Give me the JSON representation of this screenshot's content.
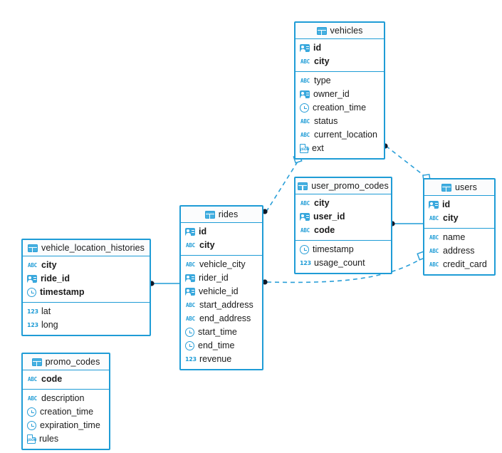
{
  "diagram": {
    "title": "database-er-diagram",
    "accent_color": "#1F9CD6",
    "icon_color": "#2a9fd8",
    "background": "#ffffff",
    "icons": {
      "table": "grid-icon",
      "text": "abc-icon",
      "id": "id-card-icon",
      "timestamp": "clock-icon",
      "number": "123-icon",
      "json": "json-document-icon"
    },
    "icon_labels": {
      "abc": "ABC",
      "num": "123",
      "json": "JSON"
    }
  },
  "tables": [
    {
      "id": "vehicles",
      "name": "vehicles",
      "keys": [
        {
          "name": "id",
          "type": "id"
        },
        {
          "name": "city",
          "type": "text"
        }
      ],
      "fields": [
        {
          "name": "type",
          "type": "text"
        },
        {
          "name": "owner_id",
          "type": "id"
        },
        {
          "name": "creation_time",
          "type": "timestamp"
        },
        {
          "name": "status",
          "type": "text"
        },
        {
          "name": "current_location",
          "type": "text"
        },
        {
          "name": "ext",
          "type": "json"
        }
      ]
    },
    {
      "id": "user_promo_codes",
      "name": "user_promo_codes",
      "keys": [
        {
          "name": "city",
          "type": "text"
        },
        {
          "name": "user_id",
          "type": "id"
        },
        {
          "name": "code",
          "type": "text"
        }
      ],
      "fields": [
        {
          "name": "timestamp",
          "type": "timestamp"
        },
        {
          "name": "usage_count",
          "type": "number"
        }
      ]
    },
    {
      "id": "users",
      "name": "users",
      "keys": [
        {
          "name": "id",
          "type": "id"
        },
        {
          "name": "city",
          "type": "text"
        }
      ],
      "fields": [
        {
          "name": "name",
          "type": "text"
        },
        {
          "name": "address",
          "type": "text"
        },
        {
          "name": "credit_card",
          "type": "text"
        }
      ]
    },
    {
      "id": "rides",
      "name": "rides",
      "keys": [
        {
          "name": "id",
          "type": "id"
        },
        {
          "name": "city",
          "type": "text"
        }
      ],
      "fields": [
        {
          "name": "vehicle_city",
          "type": "text"
        },
        {
          "name": "rider_id",
          "type": "id"
        },
        {
          "name": "vehicle_id",
          "type": "id"
        },
        {
          "name": "start_address",
          "type": "text"
        },
        {
          "name": "end_address",
          "type": "text"
        },
        {
          "name": "start_time",
          "type": "timestamp"
        },
        {
          "name": "end_time",
          "type": "timestamp"
        },
        {
          "name": "revenue",
          "type": "number"
        }
      ]
    },
    {
      "id": "vehicle_location_histories",
      "name": "vehicle_location_histories",
      "keys": [
        {
          "name": "city",
          "type": "text"
        },
        {
          "name": "ride_id",
          "type": "id"
        },
        {
          "name": "timestamp",
          "type": "timestamp"
        }
      ],
      "fields": [
        {
          "name": "lat",
          "type": "number"
        },
        {
          "name": "long",
          "type": "number"
        }
      ]
    },
    {
      "id": "promo_codes",
      "name": "promo_codes",
      "keys": [
        {
          "name": "code",
          "type": "text"
        }
      ],
      "fields": [
        {
          "name": "description",
          "type": "text"
        },
        {
          "name": "creation_time",
          "type": "timestamp"
        },
        {
          "name": "expiration_time",
          "type": "timestamp"
        },
        {
          "name": "rules",
          "type": "json"
        }
      ]
    }
  ],
  "relationships": [
    {
      "id": "vehicles-users",
      "from": "vehicles",
      "to": "users",
      "style": "dashed"
    },
    {
      "id": "vehicles-rides",
      "from": "vehicles",
      "to": "rides",
      "style": "dashed"
    },
    {
      "id": "rides-users",
      "from": "rides",
      "to": "users",
      "style": "dashed"
    },
    {
      "id": "user_promo_codes-users",
      "from": "user_promo_codes",
      "to": "users",
      "style": "solid"
    },
    {
      "id": "vehicle_location_histories-rides",
      "from": "vehicle_location_histories",
      "to": "rides",
      "style": "solid"
    }
  ]
}
